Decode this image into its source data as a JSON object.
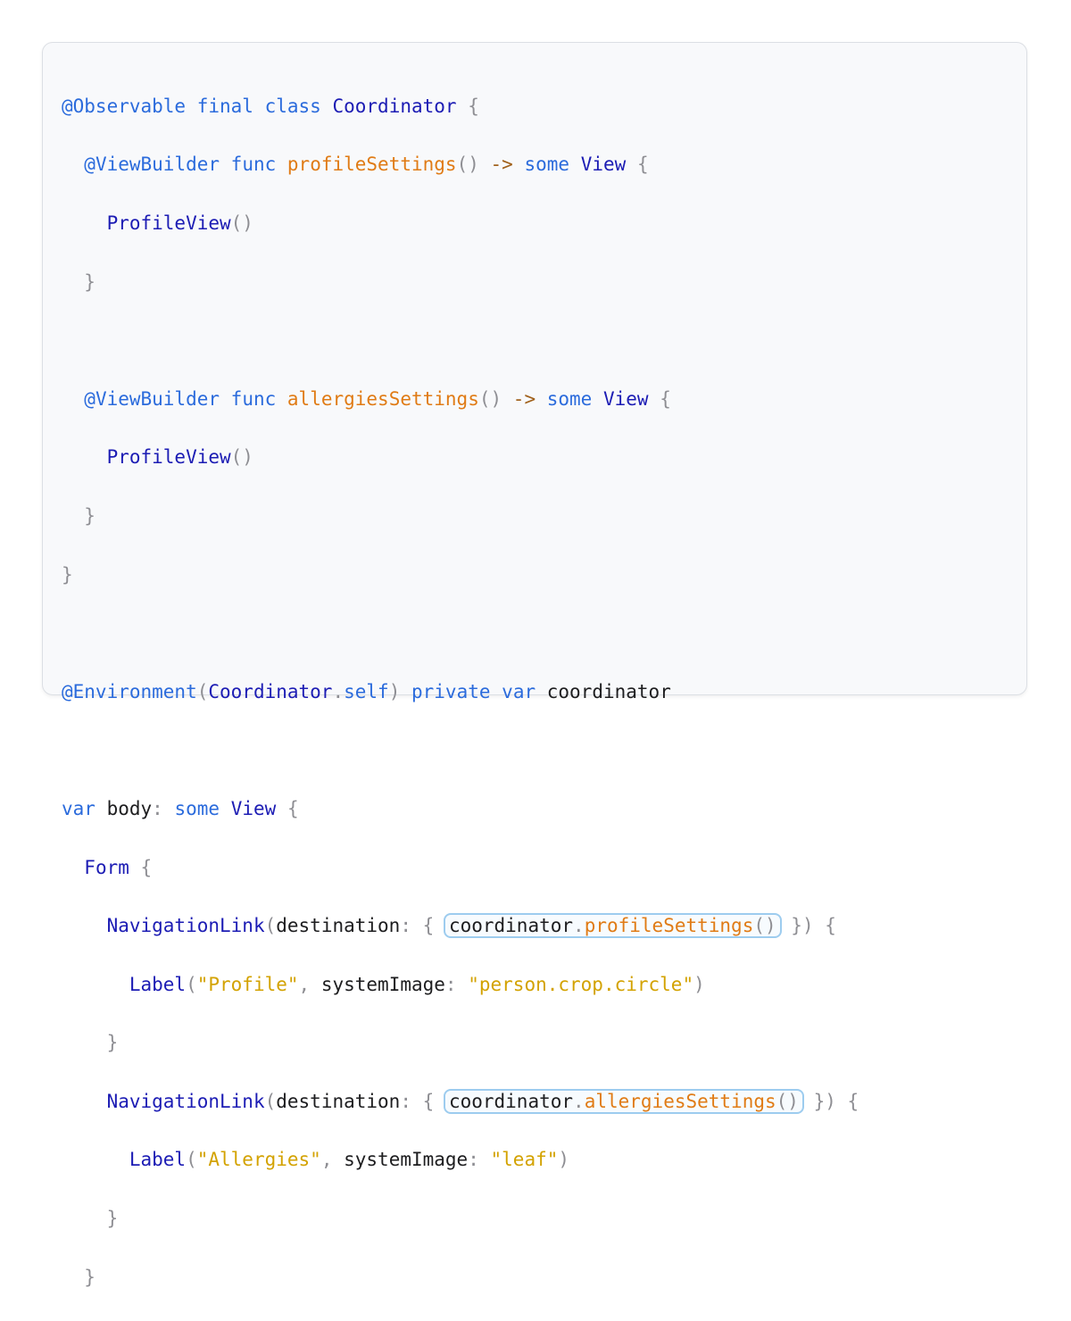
{
  "colors": {
    "background": "#f8f9fb",
    "keyword": "#2b6bdc",
    "type": "#1c1cb4",
    "function": "#e07b15",
    "string": "#d3a200",
    "punctuation": "#8e8e93",
    "highlight_border": "#9dccef"
  },
  "code": {
    "l1": {
      "attr": "@Observable",
      "kw1": "final",
      "kw2": "class",
      "type": "Coordinator",
      "brace": "{"
    },
    "l2": {
      "attr": "@ViewBuilder",
      "kw": "func",
      "fn": "profileSettings",
      "parens": "()",
      "arrow": "->",
      "some": "some",
      "type": "View",
      "brace": "{"
    },
    "l3": {
      "type": "ProfileView",
      "parens": "()"
    },
    "l4": {
      "brace": "}"
    },
    "l6": {
      "attr": "@ViewBuilder",
      "kw": "func",
      "fn": "allergiesSettings",
      "parens": "()",
      "arrow": "->",
      "some": "some",
      "type": "View",
      "brace": "{"
    },
    "l7": {
      "type": "ProfileView",
      "parens": "()"
    },
    "l8": {
      "brace": "}"
    },
    "l9": {
      "brace": "}"
    },
    "l11": {
      "attr": "@Environment",
      "open": "(",
      "type": "Coordinator",
      "dot": ".",
      "self": "self",
      "close": ")",
      "kw1": "private",
      "kw2": "var",
      "ident": "coordinator"
    },
    "l13": {
      "kw": "var",
      "ident": "body",
      "colon": ":",
      "some": "some",
      "type": "View",
      "brace": "{"
    },
    "l14": {
      "type": "Form",
      "brace": "{"
    },
    "l15": {
      "type": "NavigationLink",
      "open": "(",
      "ident": "destination",
      "colon": ":",
      "lbrace": "{",
      "hl_ident": "coordinator",
      "dot": ".",
      "hl_fn": "profileSettings",
      "hl_parens": "()",
      "rbrace": "})",
      "brace": "{"
    },
    "l16": {
      "type": "Label",
      "open": "(",
      "str1": "\"Profile\"",
      "comma": ",",
      "ident": "systemImage",
      "colon": ":",
      "str2": "\"person.crop.circle\"",
      "close": ")"
    },
    "l17": {
      "brace": "}"
    },
    "l18": {
      "type": "NavigationLink",
      "open": "(",
      "ident": "destination",
      "colon": ":",
      "lbrace": "{",
      "hl_ident": "coordinator",
      "dot": ".",
      "hl_fn": "allergiesSettings",
      "hl_parens": "()",
      "rbrace": "})",
      "brace": "{"
    },
    "l19": {
      "type": "Label",
      "open": "(",
      "str1": "\"Allergies\"",
      "comma": ",",
      "ident": "systemImage",
      "colon": ":",
      "str2": "\"leaf\"",
      "close": ")"
    },
    "l20": {
      "brace": "}"
    },
    "l21": {
      "brace": "}"
    }
  }
}
